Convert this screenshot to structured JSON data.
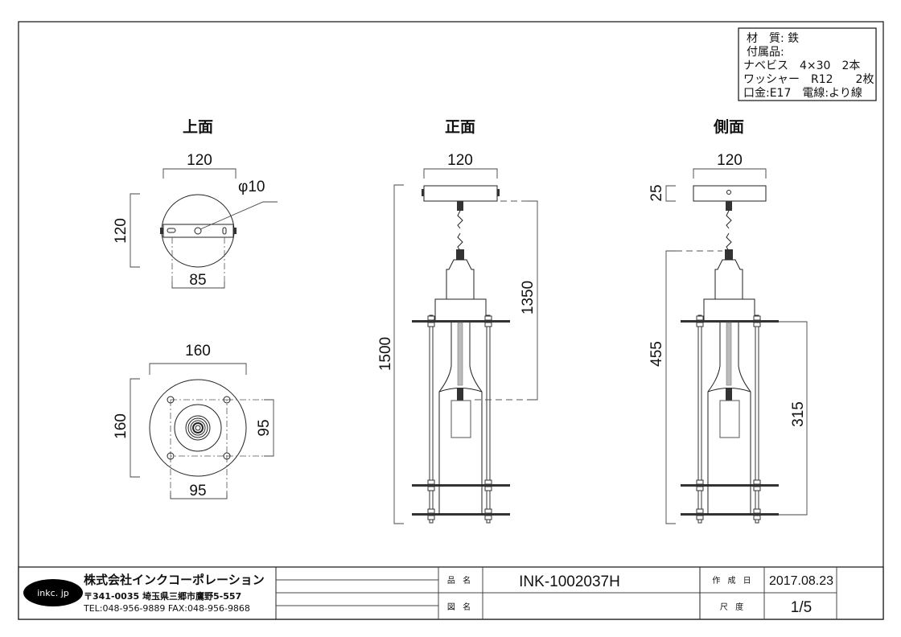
{
  "spec": {
    "lines": [
      "材　質: 鉄",
      "付属品:",
      "ナベビス　4×30　2本",
      "ワッシャー　R12　　2枚",
      "口金:E17　電線:より線"
    ]
  },
  "views": {
    "top": {
      "title": "上面",
      "dims": {
        "width": "120",
        "height": "120",
        "hole_pitch": "85",
        "hole_dia": "φ10",
        "base_width": "160",
        "base_height": "160",
        "base_pitch_v": "95",
        "base_pitch_h": "95"
      }
    },
    "front": {
      "title": "正面",
      "dims": {
        "canopy_width": "120",
        "total_height": "1500",
        "cord_length": "1350"
      }
    },
    "side": {
      "title": "側面",
      "dims": {
        "canopy_width": "120",
        "canopy_height": "25",
        "body_height": "455",
        "cage_height": "315"
      }
    }
  },
  "title_block": {
    "logo": "inkc. jp",
    "company": "株式会社インクコーポレーション",
    "address": "〒341-0035 埼玉県三郷市鷹野5-557",
    "contact": "TEL:048-956-9889  FAX:048-956-9868",
    "product_label": "品 名",
    "product_value": "INK-1002037H",
    "drawing_label": "図 名",
    "drawing_value": "",
    "date_label": "作 成 日",
    "date_value": "2017.08.23",
    "scale_label": "尺 度",
    "scale_value": "1/5"
  }
}
